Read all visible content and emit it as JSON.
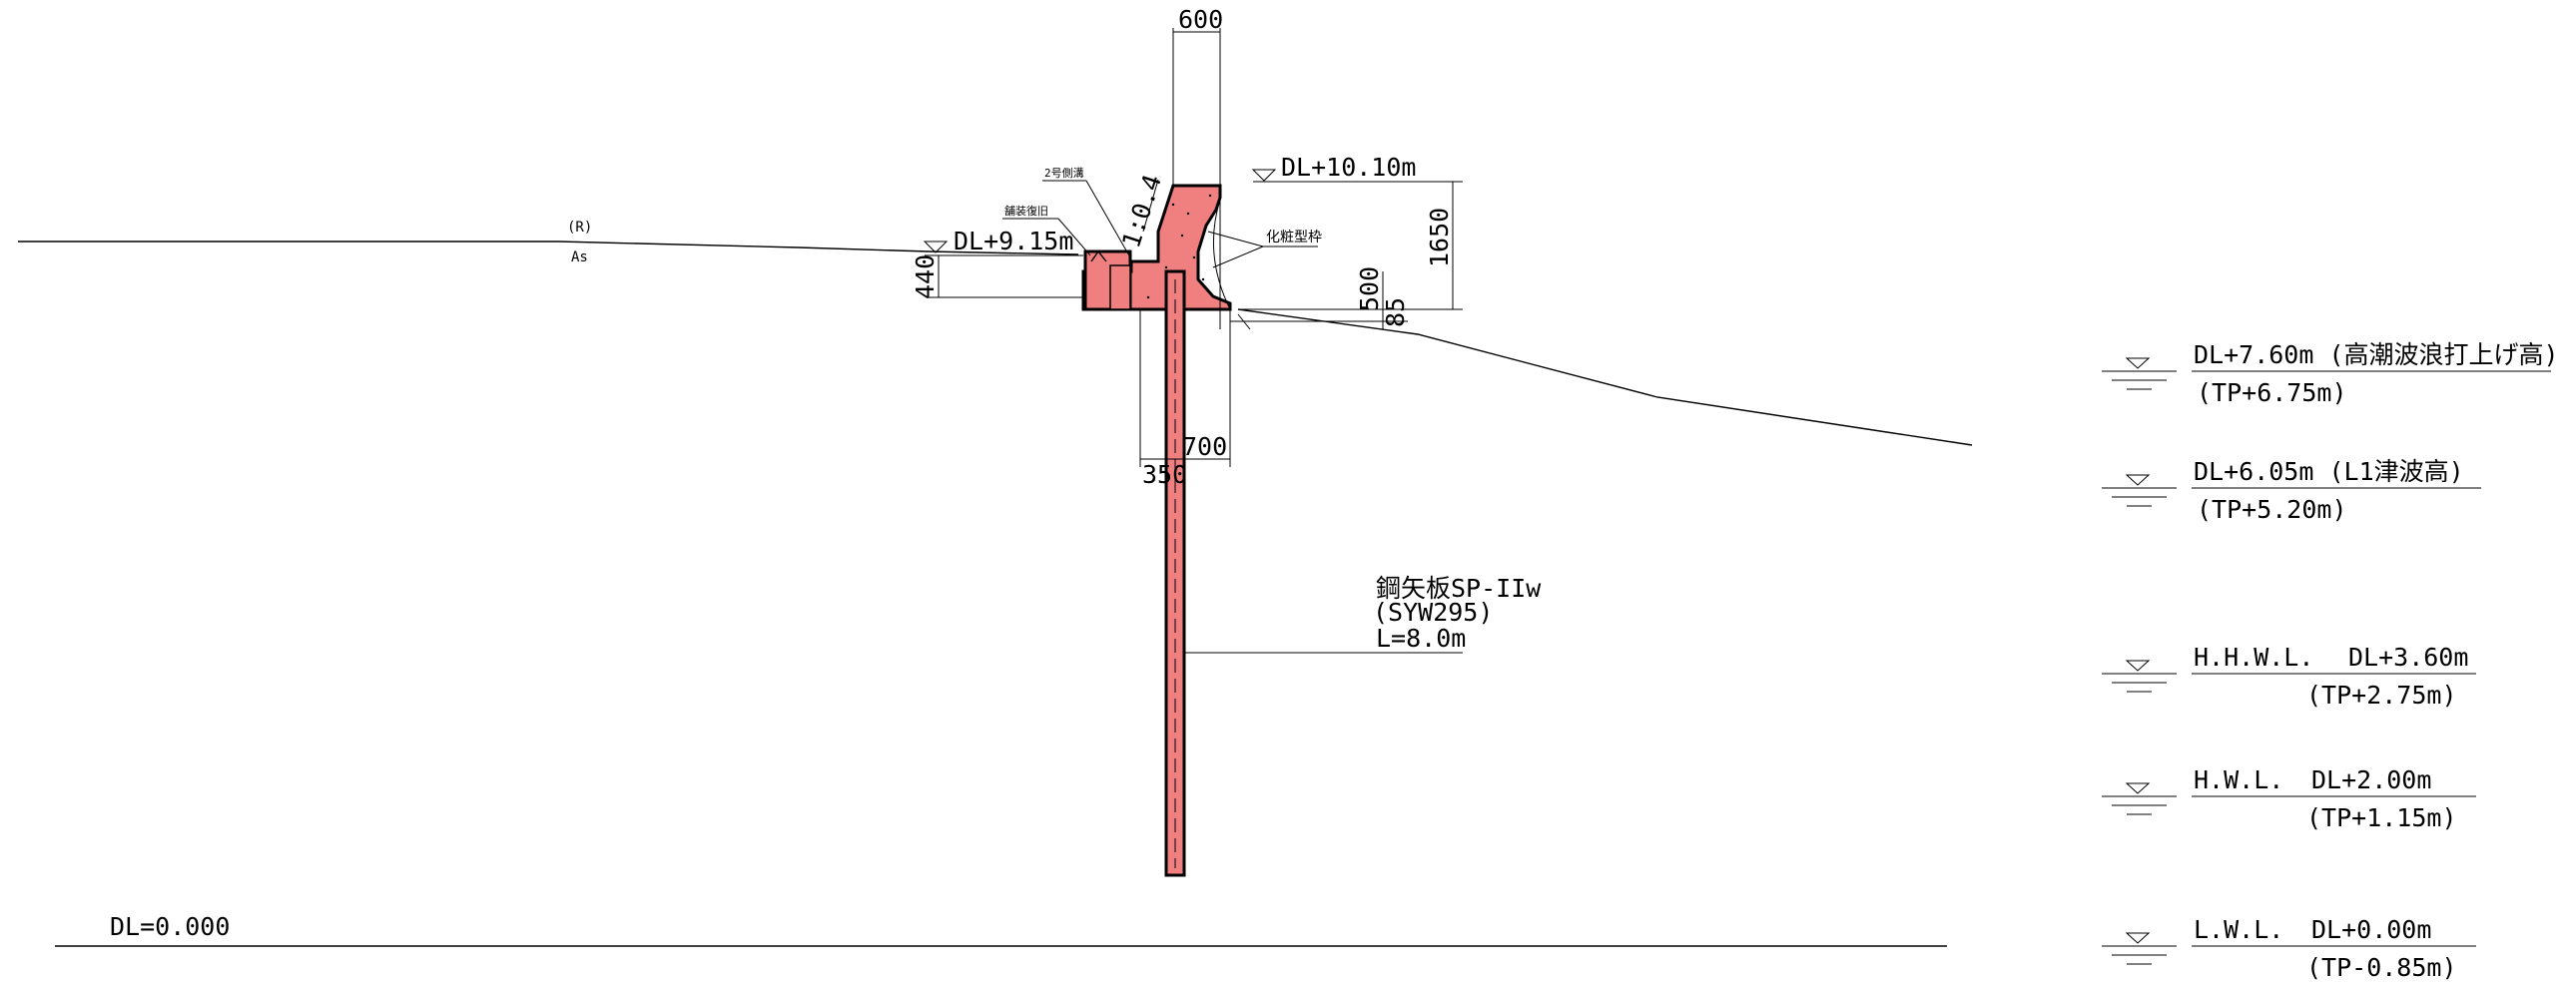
{
  "drawing": {
    "dimensions": {
      "top_width": "600",
      "height_1650": "1650",
      "height_440": "440",
      "height_500": "500",
      "height_85": "85",
      "width_700": "700",
      "width_350": "350"
    },
    "slope_ratio": "1:0.4",
    "crown_level": "DL+10.10m",
    "ground_level": "DL+9.15m",
    "notes": {
      "side_ditch": "2号側溝",
      "pavement": "舗装復旧",
      "formwork": "化粧型枠",
      "layer_r": "(R)",
      "layer_as": "As"
    },
    "sheet_pile": {
      "name": "鋼矢板SP-IIw",
      "grade": "(SYW295)",
      "length": "L=8.0m"
    },
    "datum": "DL=0.000"
  },
  "water_levels": [
    {
      "label": "",
      "dl": "DL+7.60m (高潮波浪打上げ高)",
      "tp": "(TP+6.75m)"
    },
    {
      "label": "",
      "dl": "DL+6.05m (L1津波高)",
      "tp": "(TP+5.20m)"
    },
    {
      "label": "H.H.W.L.",
      "dl": "DL+3.60m",
      "tp": "(TP+2.75m)"
    },
    {
      "label": "H.W.L.",
      "dl": "DL+2.00m",
      "tp": "(TP+1.15m)"
    },
    {
      "label": "L.W.L.",
      "dl": "DL+0.00m",
      "tp": "(TP-0.85m)"
    }
  ]
}
